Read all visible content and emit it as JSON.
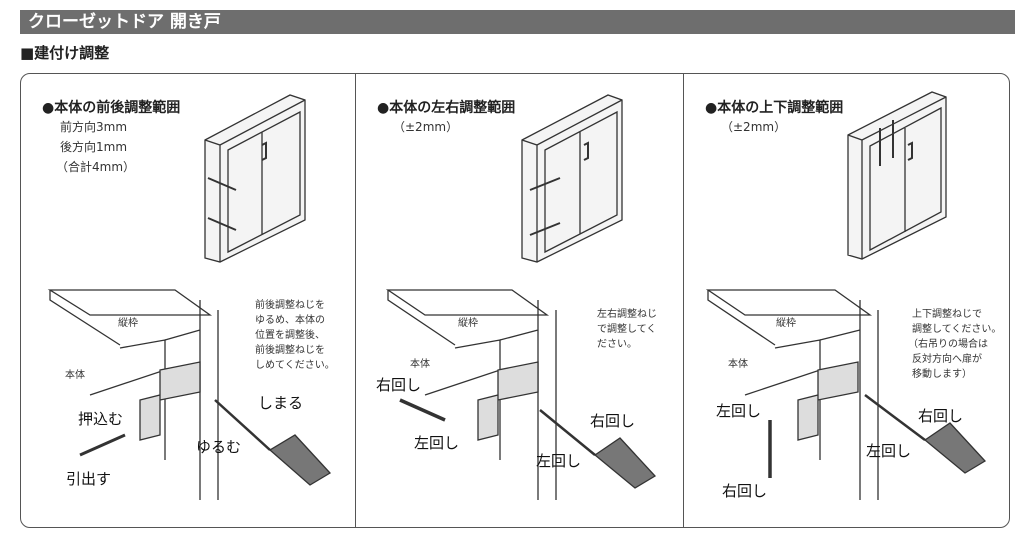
{
  "title": "クローゼットドア 開き戸",
  "subtitle": "■建付け調整",
  "panels": [
    {
      "heading": "●本体の前後調整範囲",
      "range": [
        "前方向3mm",
        "後方向1mm",
        "（合計4mm）"
      ],
      "frame_label": "縦枠",
      "body_label": "本体",
      "note": [
        "前後調整ねじを",
        "ゆるめ、本体の",
        "位置を調整後、",
        "前後調整ねじを",
        "しめてください。"
      ],
      "labels": {
        "push": "押込む",
        "pull": "引出す",
        "tighten": "しまる",
        "loosen": "ゆるむ"
      }
    },
    {
      "heading": "●本体の左右調整範囲",
      "range": [
        "（±2mm）"
      ],
      "frame_label": "縦枠",
      "body_label": "本体",
      "note": [
        "左右調整ねじ",
        "で調整してく",
        "ださい。"
      ],
      "labels": {
        "right_top": "右回し",
        "left_bottom": "左回し",
        "right_screw": "右回し",
        "left_screw": "左回し"
      }
    },
    {
      "heading": "●本体の上下調整範囲",
      "range": [
        "（±2mm）"
      ],
      "frame_label": "縦枠",
      "body_label": "本体",
      "note": [
        "上下調整ねじで",
        "調整してください。",
        "（右吊りの場合は",
        "反対方向へ扉が",
        "移動します）"
      ],
      "labels": {
        "left_top": "左回し",
        "right_bottom": "右回し",
        "right_screw": "右回し",
        "left_screw": "左回し"
      }
    }
  ]
}
